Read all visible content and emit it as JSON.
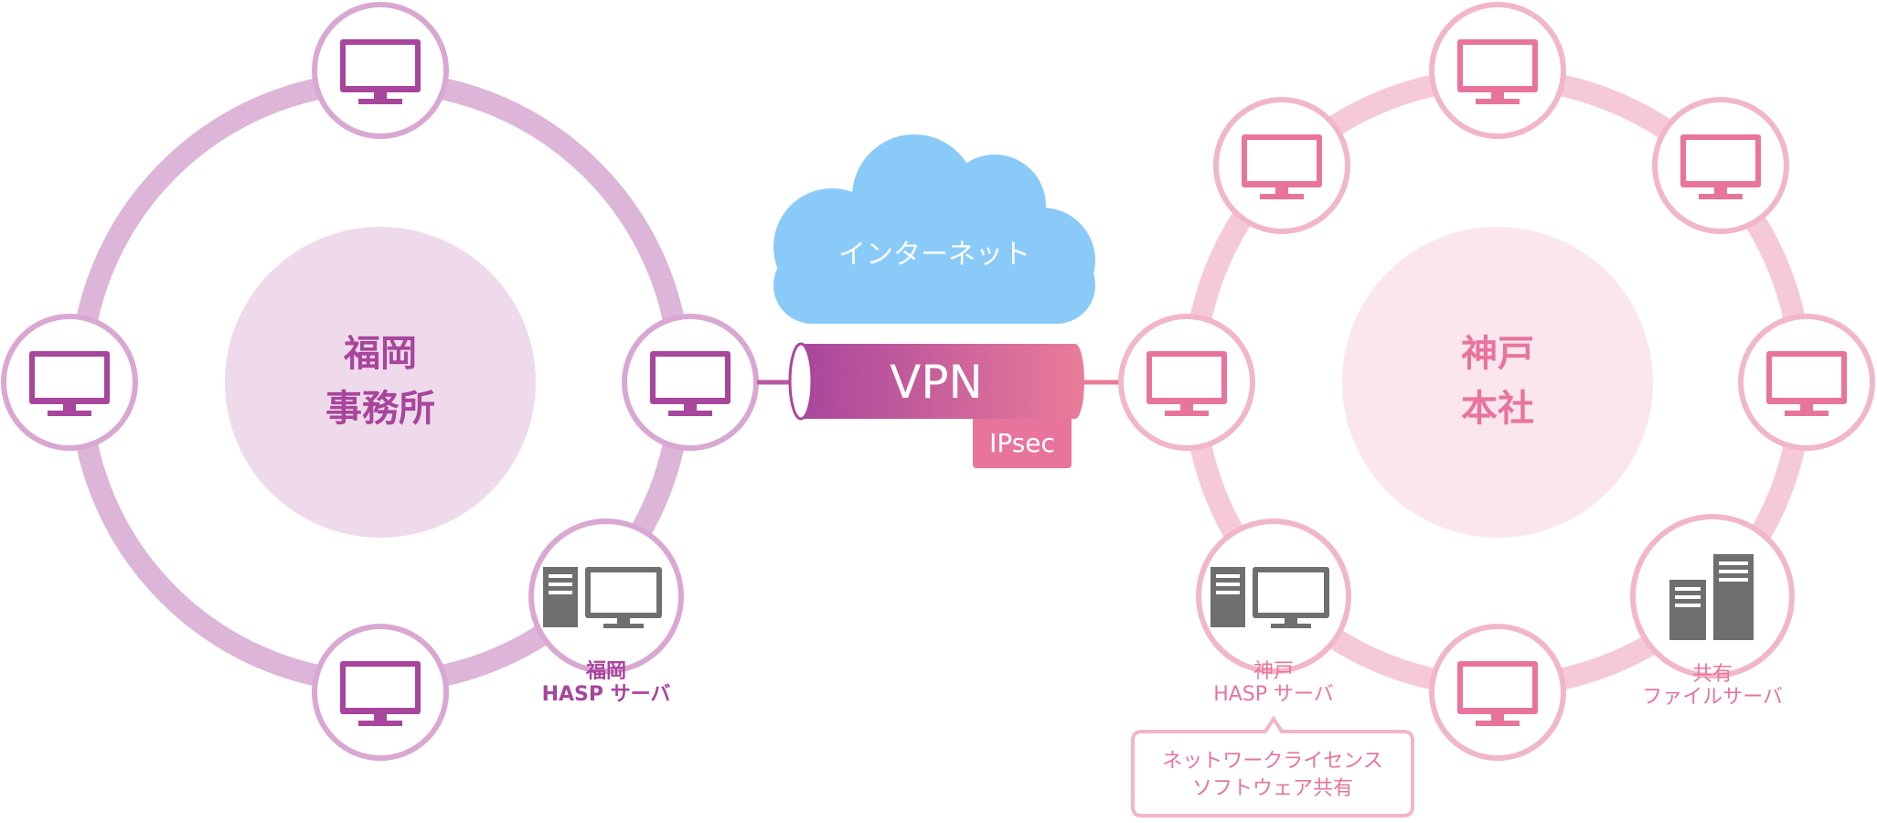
{
  "colors": {
    "fukuoka_ring": "#ddb5d8",
    "fukuoka_fill": "#eedaeb",
    "fukuoka_text": "#a8459c",
    "fukuoka_border": "#d9a8d2",
    "kobe_ring": "#f6c9d7",
    "kobe_fill": "#fbe6ee",
    "kobe_text": "#e8749c",
    "kobe_border": "#f2b6c9",
    "cloud": "#89caf8",
    "vpn_left": "#a9469c",
    "vpn_right": "#ea7c9a",
    "server_gray": "#6f6f6f"
  },
  "internet": {
    "label": "インターネット"
  },
  "vpn": {
    "label": "VPN",
    "tag": "IPsec"
  },
  "fukuoka": {
    "center_line1": "福岡",
    "center_line2": "事務所",
    "server_line1": "福岡",
    "server_line2": "HASP サーバ"
  },
  "kobe": {
    "center_line1": "神戸",
    "center_line2": "本社",
    "server_line1": "神戸",
    "server_line2": "HASP サーバ",
    "callout_line1": "ネットワークライセンス",
    "callout_line2": "ソフトウェア共有",
    "fileserver_line1": "共有",
    "fileserver_line2": "ファイルサーバ"
  },
  "icons": {
    "monitor": "monitor-icon",
    "pc_tower": "pc-tower-icon",
    "file_server": "file-server-icon",
    "cloud": "cloud-icon"
  }
}
